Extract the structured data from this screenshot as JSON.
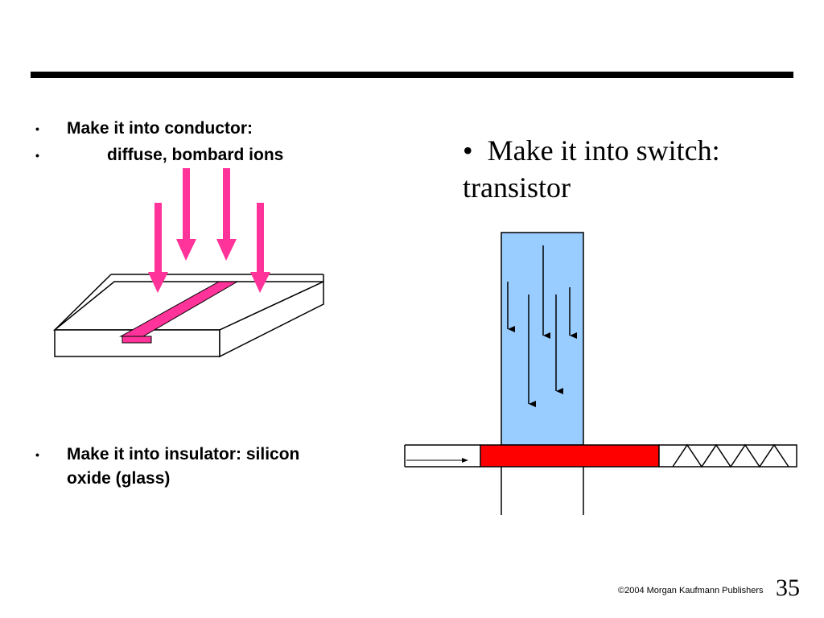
{
  "slide": {
    "left_bullets": [
      {
        "bullet": "•",
        "text": "Make it into conductor:"
      },
      {
        "bullet": "•",
        "text": "diffuse, bombard ions"
      }
    ],
    "right_bullet": {
      "bullet": "•",
      "line1": "Make it into switch:",
      "line2": "transistor"
    },
    "bottom_bullet": {
      "bullet": "•",
      "line1": "Make it into insulator: silicon",
      "line2": "oxide (glass)"
    },
    "footer": {
      "copyright": "©2004 Morgan Kaufmann Publishers",
      "page_number": "35"
    }
  },
  "colors": {
    "ion_arrow": "#ff3399",
    "gate_fill": "#99ccff",
    "channel_fill": "#ff0000",
    "rule": "#000000"
  }
}
